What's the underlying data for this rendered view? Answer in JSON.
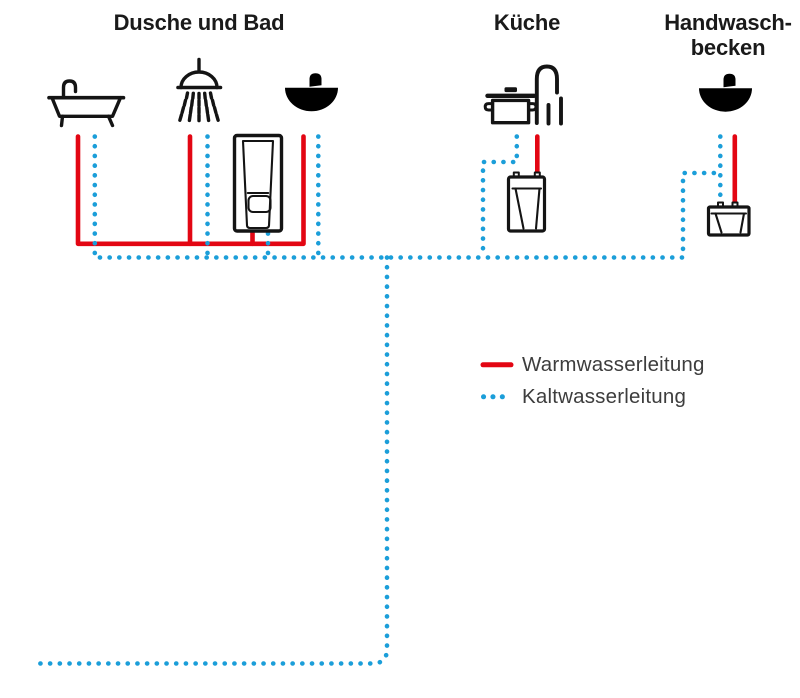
{
  "colors": {
    "hot": "#e30613",
    "cold": "#1b9ed9",
    "ink": "#141414",
    "title": "#1a1a1a",
    "label": "#3d3d3d",
    "background": "#ffffff"
  },
  "sections": [
    {
      "id": "bath",
      "title": "Dusche und Bad",
      "fixtures": [
        "bathtub",
        "shower",
        "washbasin"
      ],
      "device": "instant-water-heater-large"
    },
    {
      "id": "kitchen",
      "title": "Küche",
      "fixtures": [
        "cooking-pot",
        "kitchen-faucet"
      ],
      "device": "instant-water-heater-compact"
    },
    {
      "id": "handbasin",
      "title_lines": [
        "Handwasch-",
        "becken"
      ],
      "fixtures": [
        "washbasin"
      ],
      "device": "instant-water-heater-mini"
    }
  ],
  "legend": {
    "items": [
      {
        "type": "hot",
        "label": "Warmwasserleitung"
      },
      {
        "type": "cold",
        "label": "Kaltwasserleitung"
      }
    ]
  }
}
